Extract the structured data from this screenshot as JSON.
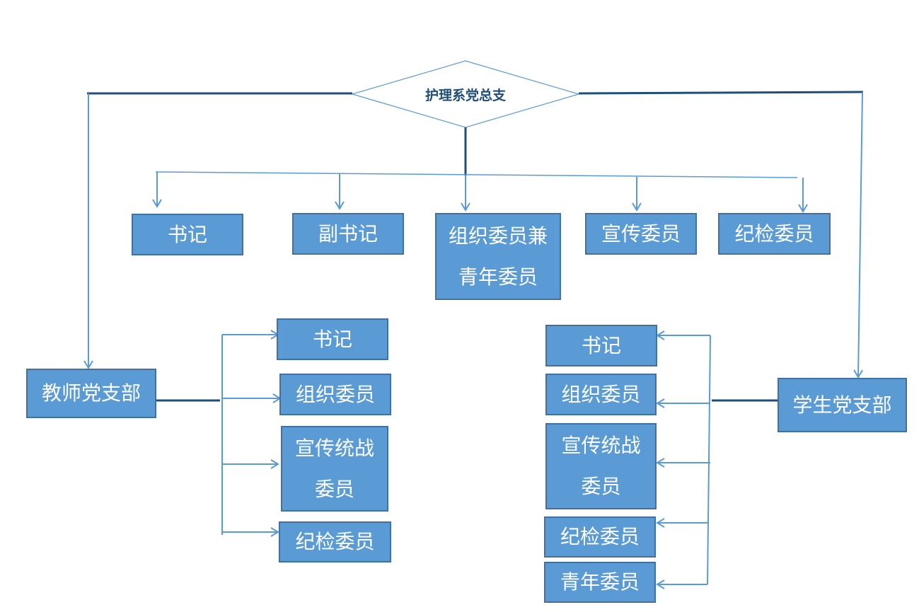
{
  "root": {
    "label": "护理系党总支"
  },
  "committee": [
    {
      "label": "书记"
    },
    {
      "label": "副书记"
    },
    {
      "label_line1": "组织委员兼",
      "label_line2": "青年委员"
    },
    {
      "label": "宣传委员"
    },
    {
      "label": "纪检委员"
    }
  ],
  "teacher_branch": {
    "label": "教师党支部",
    "members": [
      {
        "label": "书记"
      },
      {
        "label": "组织委员"
      },
      {
        "label_line1": "宣传统战",
        "label_line2": "委员"
      },
      {
        "label": "纪检委员"
      }
    ]
  },
  "student_branch": {
    "label": "学生党支部",
    "members": [
      {
        "label": "书记"
      },
      {
        "label": "组织委员"
      },
      {
        "label_line1": "宣传统战",
        "label_line2": "委员"
      },
      {
        "label": "纪检委员"
      },
      {
        "label": "青年委员"
      }
    ]
  },
  "colors": {
    "box_fill": "#5b9bd5",
    "box_border": "#41719c",
    "dark_line": "#1f4e79",
    "arrow_line": "#5b9bd5"
  }
}
